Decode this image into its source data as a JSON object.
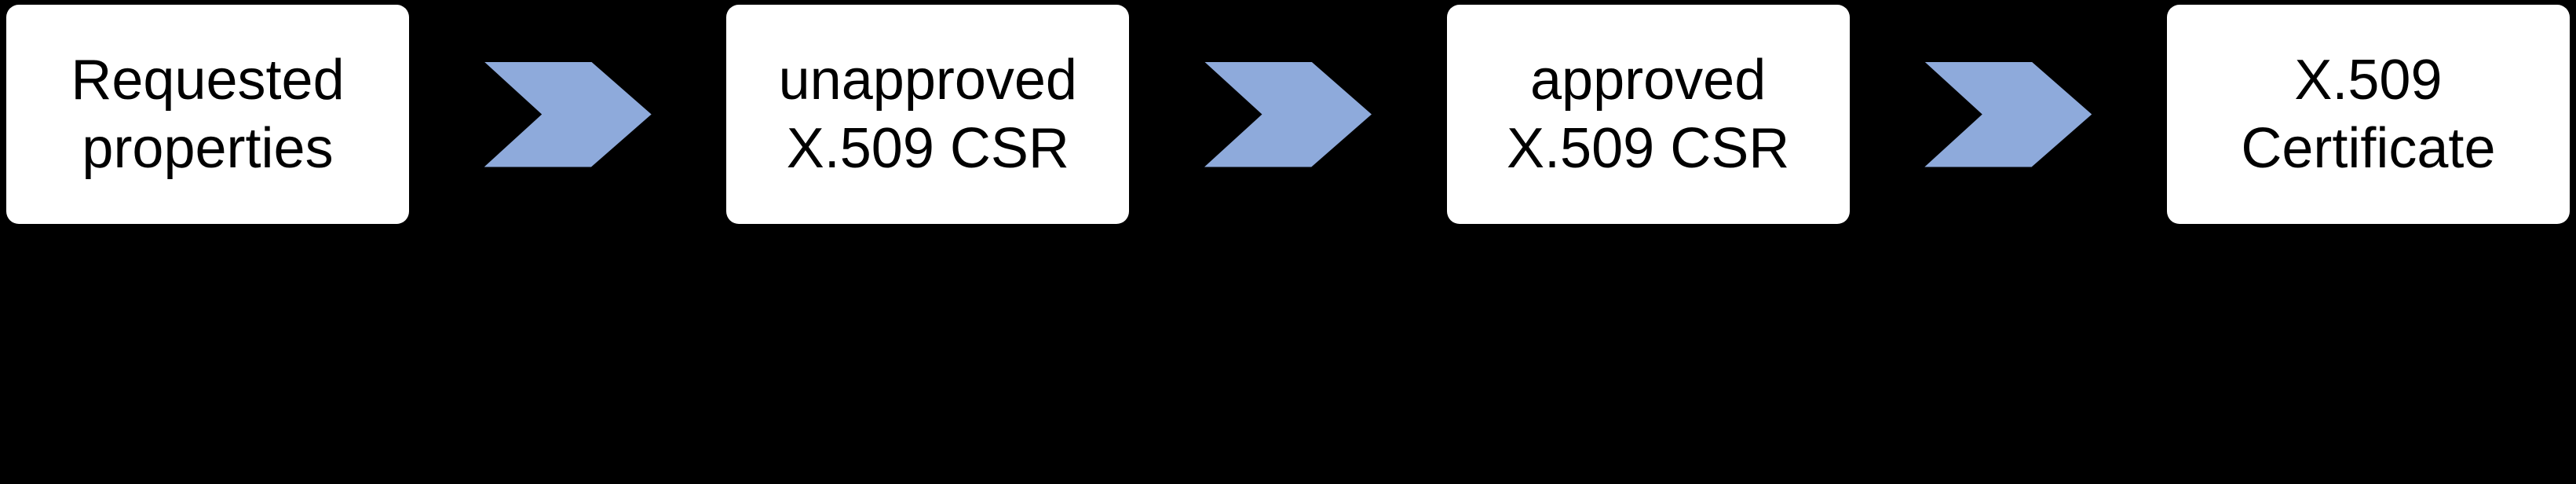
{
  "background_color": "#000000",
  "flow": {
    "type": "left-to-right-process",
    "box_fill": "#ffffff",
    "box_text_color": "#000000",
    "arrow_color": "#8EAADB",
    "stages": [
      {
        "label": "Requested\nproperties"
      },
      {
        "label": "unapproved\nX.509 CSR"
      },
      {
        "label": "approved\nX.509 CSR"
      },
      {
        "label": "X.509\nCertificate"
      }
    ],
    "arrows": [
      {
        "icon": "chevron-right"
      },
      {
        "icon": "chevron-right"
      },
      {
        "icon": "chevron-right"
      }
    ]
  }
}
